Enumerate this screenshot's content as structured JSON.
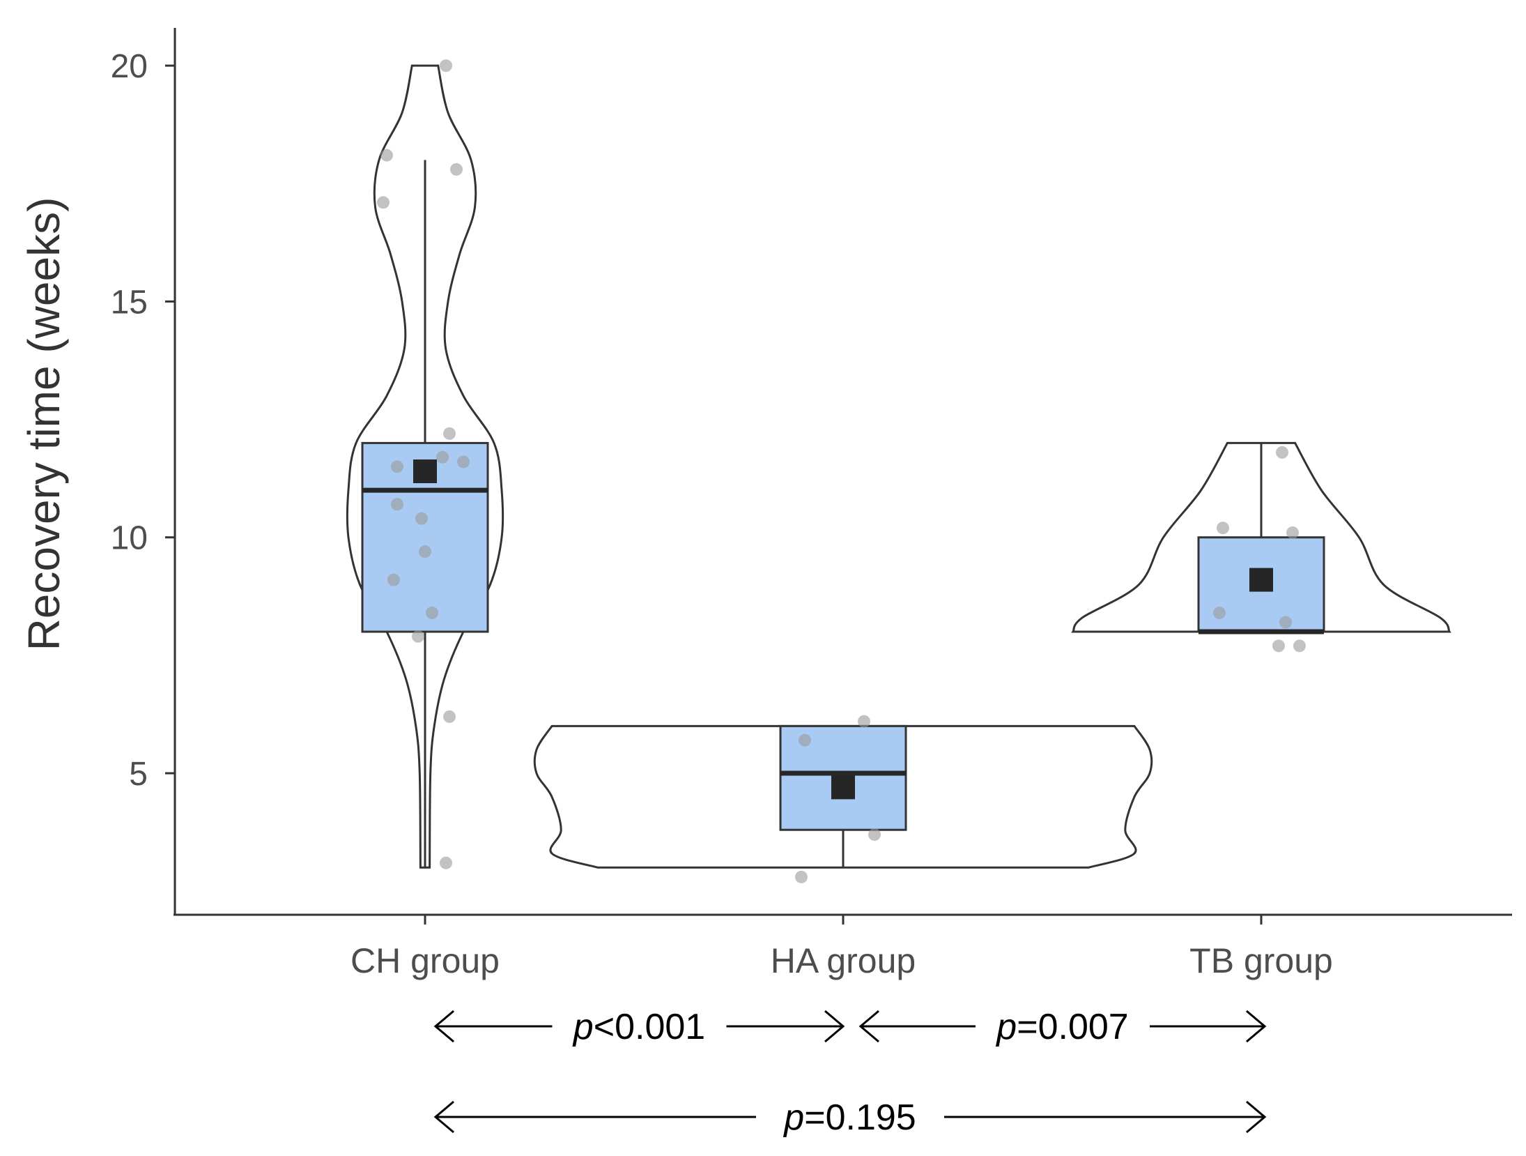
{
  "chart_data": {
    "type": "violin",
    "title": "",
    "xlabel": "",
    "ylabel": "Recovery time (weeks)",
    "ylim": [
      2.0,
      20.8
    ],
    "yticks": [
      5,
      10,
      15,
      20
    ],
    "grid": false,
    "categories": [
      "CH group",
      "HA group",
      "TB group"
    ],
    "colors": {
      "box_fill": "#a9cbf3",
      "outline": "#333333",
      "mean_marker": "#262626",
      "points": "#9a9a9a"
    },
    "groups": [
      {
        "name": "CH group",
        "min": 3,
        "q1": 8,
        "median": 11,
        "q3": 12,
        "max": 18,
        "mean": 11.4,
        "violin_range": [
          3,
          20
        ],
        "violin_profile": [
          [
            3,
            0.06
          ],
          [
            5,
            0.07
          ],
          [
            6,
            0.12
          ],
          [
            7,
            0.25
          ],
          [
            8,
            0.5
          ],
          [
            9,
            0.85
          ],
          [
            10,
            1.0
          ],
          [
            11,
            1.0
          ],
          [
            12,
            0.9
          ],
          [
            13,
            0.5
          ],
          [
            14,
            0.27
          ],
          [
            15,
            0.3
          ],
          [
            16,
            0.45
          ],
          [
            17,
            0.65
          ],
          [
            18,
            0.6
          ],
          [
            19,
            0.3
          ],
          [
            20,
            0.17
          ]
        ],
        "points": [
          20,
          18.1,
          17.8,
          17.1,
          12.2,
          11.7,
          11.6,
          11.5,
          10.7,
          10.4,
          9.7,
          9.1,
          8.4,
          7.9,
          6.2,
          3.1
        ]
      },
      {
        "name": "HA group",
        "min": 3,
        "q1": 3.8,
        "median": 5,
        "q3": 6,
        "max": 6,
        "mean": 4.7,
        "violin_range": [
          3,
          6
        ],
        "violin_profile": [
          [
            3,
            0.8
          ],
          [
            3.3,
            0.95
          ],
          [
            3.8,
            0.92
          ],
          [
            4.5,
            0.95
          ],
          [
            5,
            1.0
          ],
          [
            5.5,
            1.0
          ],
          [
            6,
            0.95
          ]
        ],
        "points": [
          6.1,
          5.7,
          3.7,
          2.8
        ]
      },
      {
        "name": "TB group",
        "min": 8,
        "q1": 8,
        "median": 8,
        "q3": 10,
        "max": 12,
        "mean": 9.1,
        "violin_range": [
          8,
          12
        ],
        "violin_profile": [
          [
            8,
            1.0
          ],
          [
            8.3,
            0.95
          ],
          [
            9,
            0.65
          ],
          [
            10,
            0.52
          ],
          [
            11,
            0.32
          ],
          [
            12,
            0.18
          ]
        ],
        "points": [
          11.8,
          10.2,
          10.1,
          8.4,
          8.2,
          7.7,
          7.7
        ]
      }
    ],
    "comparisons": [
      {
        "from": "CH group",
        "to": "HA group",
        "p_prefix": "p",
        "p_rest": "<0.001",
        "row": 1
      },
      {
        "from": "HA group",
        "to": "TB group",
        "p_prefix": "p",
        "p_rest": "=0.007",
        "row": 1
      },
      {
        "from": "CH group",
        "to": "TB group",
        "p_prefix": "p",
        "p_rest": "=0.195",
        "row": 2
      }
    ]
  }
}
